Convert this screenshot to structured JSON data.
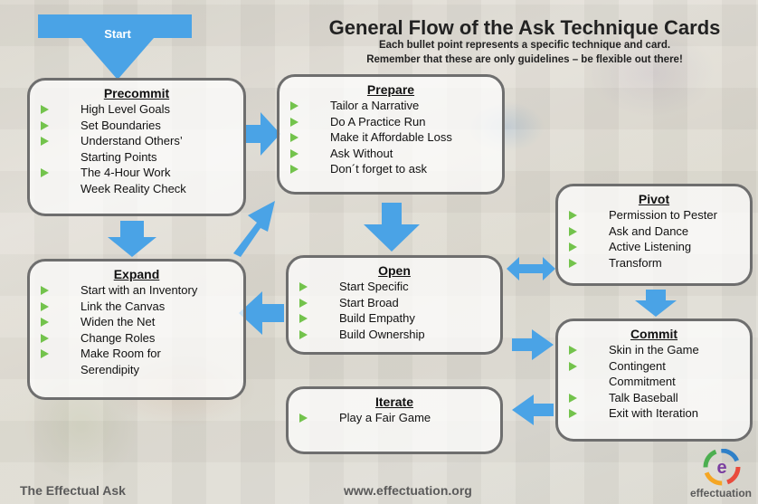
{
  "title": "General Flow of the Ask Technique Cards",
  "subtitle_line1": "Each bullet point represents a specific technique and card.",
  "subtitle_line2": "Remember that these are only guidelines – be flexible out there!",
  "start_label": "Start",
  "colors": {
    "arrow": "#4aa3e6",
    "bullet": "#73c34c",
    "box_border": "#6e6e6e"
  },
  "boxes": {
    "precommit": {
      "title": "Precommit",
      "items": [
        {
          "text": "High Level Goals",
          "bullet": true
        },
        {
          "text": "Set Boundaries",
          "bullet": true
        },
        {
          "text": "Understand Others’",
          "bullet": true
        },
        {
          "text": "Starting Points",
          "bullet": false
        },
        {
          "text": "The 4-Hour Work",
          "bullet": true
        },
        {
          "text": "Week Reality Check",
          "bullet": false
        }
      ]
    },
    "prepare": {
      "title": "Prepare",
      "items": [
        {
          "text": "Tailor a Narrative",
          "bullet": true
        },
        {
          "text": "Do A Practice Run",
          "bullet": true
        },
        {
          "text": "Make it Affordable Loss",
          "bullet": true
        },
        {
          "text": "Ask Without",
          "bullet": true
        },
        {
          "text": "Don´t forget to ask",
          "bullet": true
        }
      ]
    },
    "pivot": {
      "title": "Pivot",
      "items": [
        {
          "text": "Permission to Pester",
          "bullet": true
        },
        {
          "text": "Ask and Dance",
          "bullet": true
        },
        {
          "text": "Active Listening",
          "bullet": true
        },
        {
          "text": "Transform",
          "bullet": true
        }
      ]
    },
    "expand": {
      "title": "Expand",
      "items": [
        {
          "text": "Start with an Inventory",
          "bullet": true
        },
        {
          "text": "Link the Canvas",
          "bullet": true
        },
        {
          "text": "Widen the Net",
          "bullet": true
        },
        {
          "text": "Change Roles",
          "bullet": true
        },
        {
          "text": "Make Room for",
          "bullet": true
        },
        {
          "text": "Serendipity",
          "bullet": false
        }
      ]
    },
    "open": {
      "title": "Open",
      "items": [
        {
          "text": "Start Specific",
          "bullet": true
        },
        {
          "text": "Start Broad",
          "bullet": true
        },
        {
          "text": "Build Empathy",
          "bullet": true
        },
        {
          "text": "Build Ownership",
          "bullet": true
        }
      ]
    },
    "commit": {
      "title": "Commit",
      "items": [
        {
          "text": "Skin in the Game",
          "bullet": true
        },
        {
          "text": "Contingent",
          "bullet": true
        },
        {
          "text": "Commitment",
          "bullet": false
        },
        {
          "text": "Talk Baseball",
          "bullet": true
        },
        {
          "text": "Exit with Iteration",
          "bullet": true
        }
      ]
    },
    "iterate": {
      "title": "Iterate",
      "items": [
        {
          "text": "Play a Fair Game",
          "bullet": true
        }
      ]
    }
  },
  "footer": {
    "left": "The Effectual Ask",
    "center": "www.effectuation.org",
    "right": "effectuation",
    "logo_letter": "e"
  }
}
